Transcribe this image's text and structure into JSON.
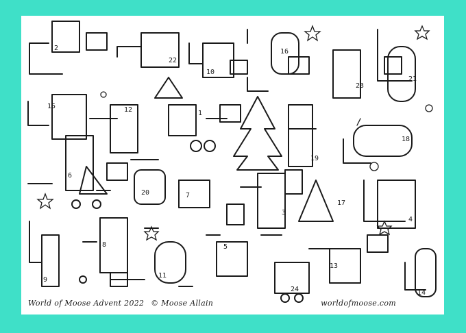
{
  "page": {
    "background_color": "#3fe0c8",
    "sheet_color": "#ffffff",
    "ink_color": "#1a1a1a"
  },
  "caption": {
    "title": "World of Moose Advent 2022",
    "credit": "© Moose Allain",
    "website": "worldofmoose.com"
  },
  "door_numbers": [
    "1",
    "2",
    "3",
    "4",
    "5",
    "6",
    "7",
    "8",
    "9",
    "10",
    "11",
    "12",
    "13",
    "14",
    "15",
    "16",
    "17",
    "18",
    "19",
    "20",
    "21",
    "22",
    "23",
    "24"
  ],
  "icons": [
    "robot-icon",
    "present-icon",
    "christmas-tree-icon",
    "star-icon",
    "snowflake-icon",
    "hand-icon"
  ]
}
